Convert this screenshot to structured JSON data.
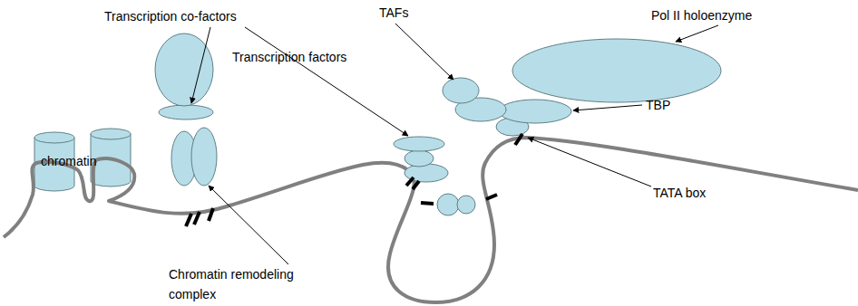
{
  "diagram": {
    "labels": [
      "Transcription co-factors",
      "TAFs",
      "Pol II holoenzyme",
      "Transcription factors",
      "TBP",
      "chromatin",
      "TATA box",
      "Chromatin remodeling complex"
    ]
  }
}
